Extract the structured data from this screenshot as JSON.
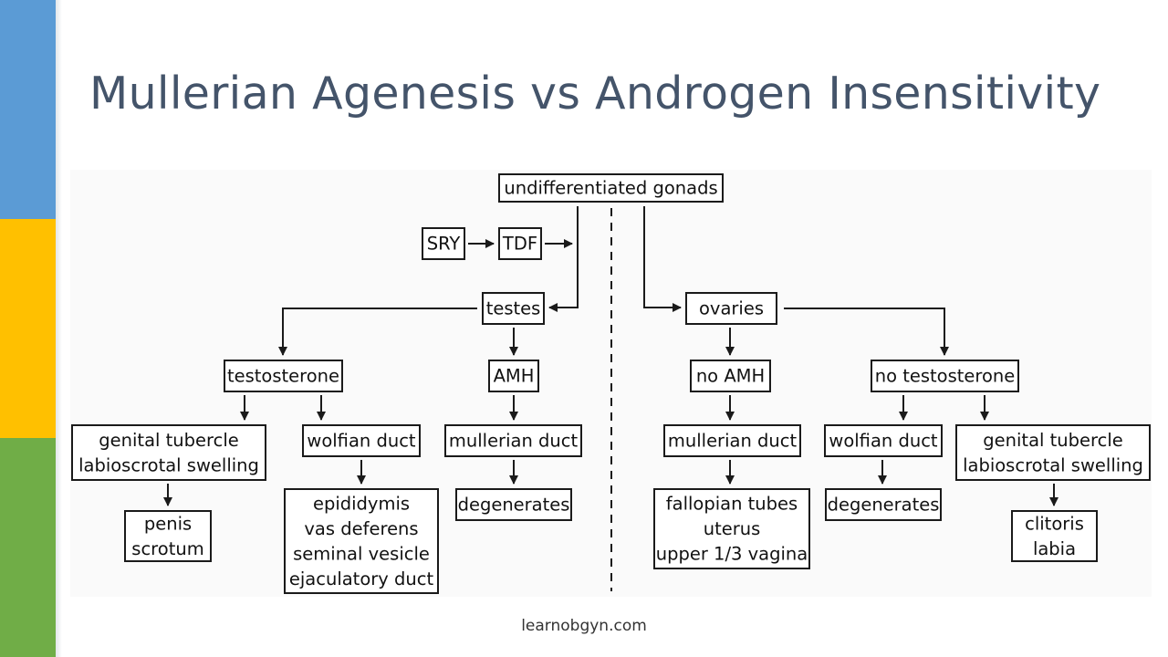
{
  "colors": {
    "bar_top": "#5b9bd5",
    "bar_middle": "#ffc000",
    "bar_bottom": "#70ad47",
    "title": "#44546a"
  },
  "slide": {
    "title": "Mullerian Agenesis vs Androgen Insensitivity",
    "footer": "learnobgyn.com"
  },
  "diagram": {
    "nodes": {
      "undifferentiated_gonads": [
        "undifferentiated gonads"
      ],
      "sry": [
        "SRY"
      ],
      "tdf": [
        "TDF"
      ],
      "testes": [
        "testes"
      ],
      "ovaries": [
        "ovaries"
      ],
      "testosterone": [
        "testosterone"
      ],
      "amh": [
        "AMH"
      ],
      "no_amh": [
        "no AMH"
      ],
      "no_testosterone": [
        "no testosterone"
      ],
      "genital_tubercle_m": [
        "genital tubercle",
        "labioscrotal swelling"
      ],
      "wolffian_duct_m": [
        "wolfian duct"
      ],
      "mullerian_duct_m": [
        "mullerian duct"
      ],
      "mullerian_duct_f": [
        "mullerian duct"
      ],
      "wolffian_duct_f": [
        "wolfian duct"
      ],
      "genital_tubercle_f": [
        "genital tubercle",
        "labioscrotal swelling"
      ],
      "penis_scrotum": [
        "penis",
        "scrotum"
      ],
      "male_ducts": [
        "epididymis",
        "vas deferens",
        "seminal vesicle",
        "ejaculatory duct"
      ],
      "degenerates_m": [
        "degenerates"
      ],
      "female_ducts": [
        "fallopian tubes",
        "uterus",
        "upper 1/3 vagina"
      ],
      "degenerates_f": [
        "degenerates"
      ],
      "clitoris_labia": [
        "clitoris",
        "labia"
      ]
    }
  }
}
